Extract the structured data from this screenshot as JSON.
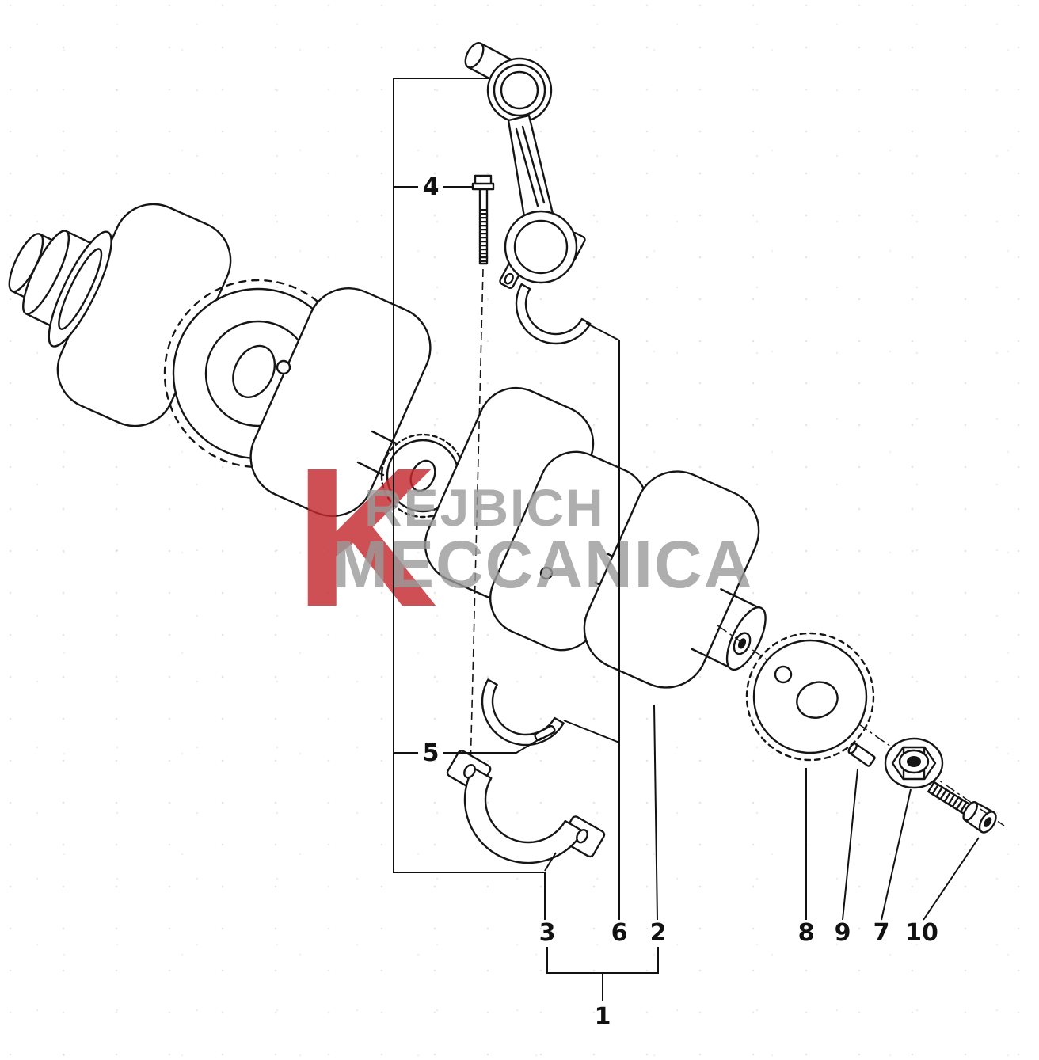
{
  "diagram": {
    "description": "Crankshaft and connecting rod exploded parts diagram",
    "callouts": {
      "c1": "1",
      "c2": "2",
      "c3": "3",
      "c4": "4",
      "c5": "5",
      "c6": "6",
      "c7": "7",
      "c8": "8",
      "c9": "9",
      "c10": "10"
    },
    "watermark": {
      "brand_initial": "K",
      "line1": "REJBICH",
      "line2": "MECCANICA",
      "red": "#c5292e",
      "gray": "#9a9a9a"
    },
    "colors": {
      "ink": "#151515",
      "paper": "#ffffff"
    }
  }
}
